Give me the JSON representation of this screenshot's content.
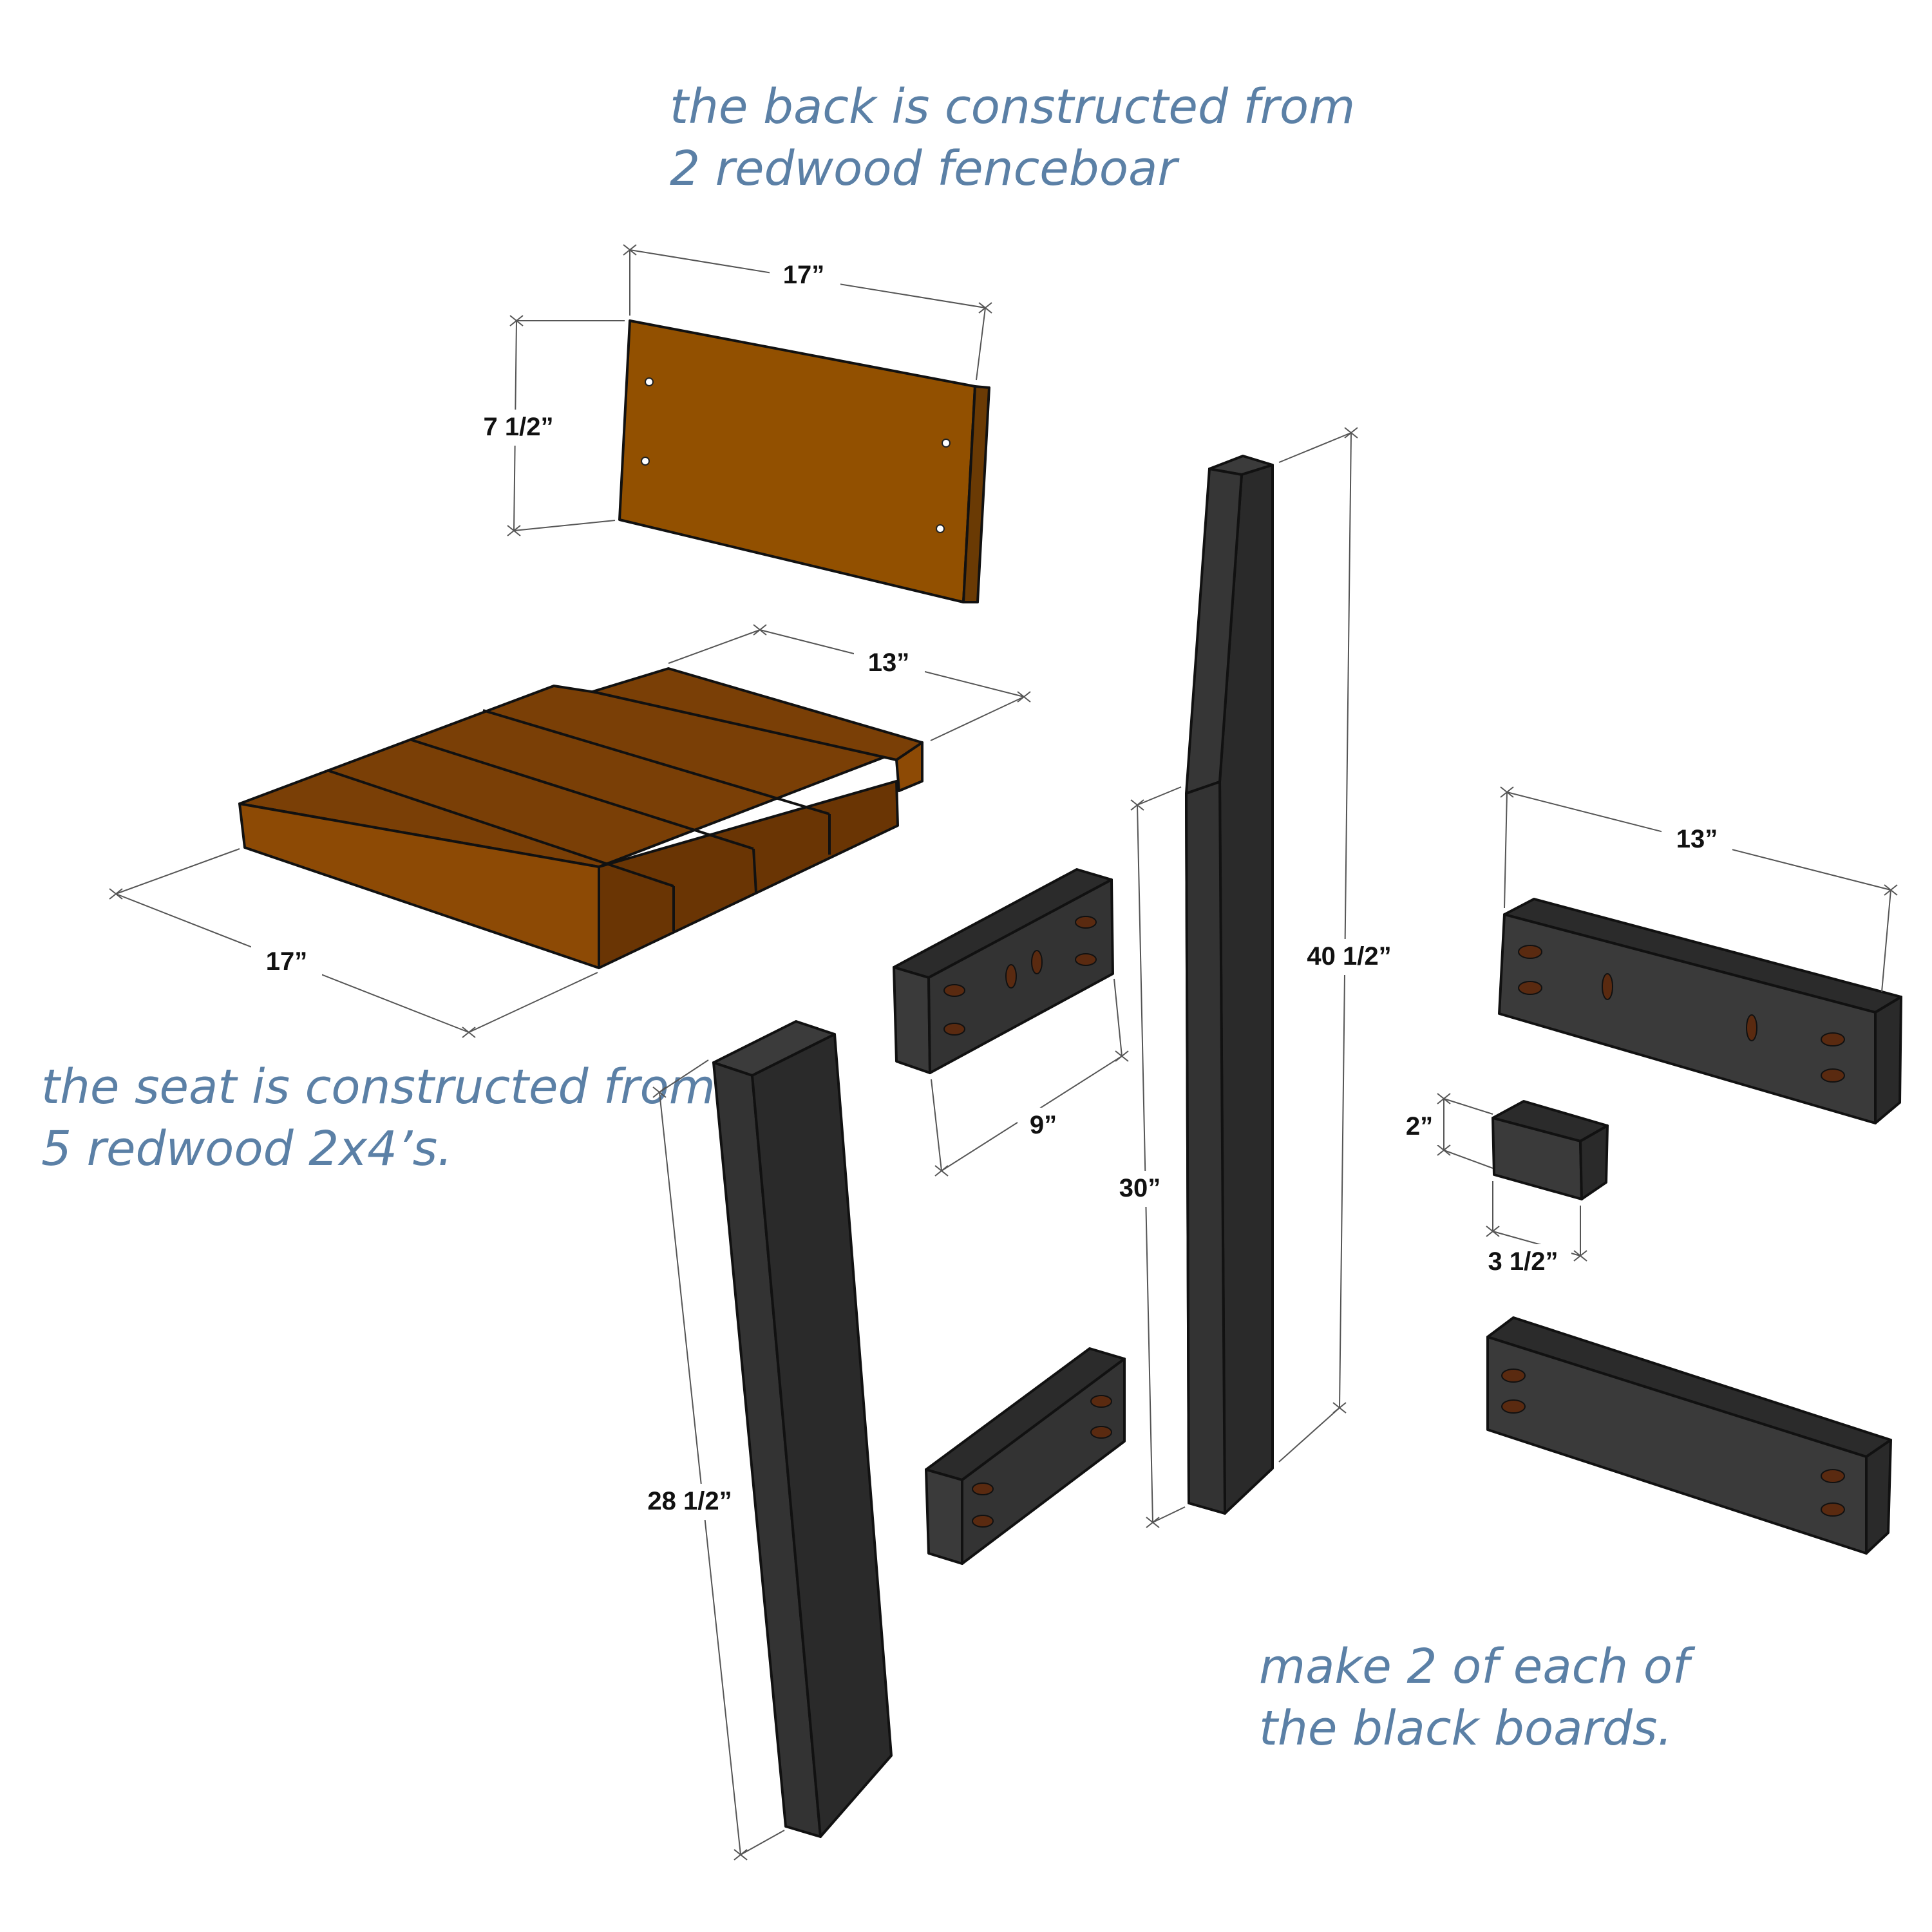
{
  "notes": {
    "back": [
      "the back is constructed from",
      "2 redwood fenceboar"
    ],
    "seat": [
      "the seat is constructed from",
      "5 redwood 2x4’s."
    ],
    "black": [
      "make 2 of each of",
      "the black boards."
    ]
  },
  "dimensions": {
    "back_width": "17”",
    "back_height": "7 1/2”",
    "seat_depth": "13”",
    "seat_width": "17”",
    "rear_leg_length": "40 1/2”",
    "rear_leg_lower": "30”",
    "front_leg_length": "28 1/2”",
    "apron_short_length": "9”",
    "side_rail_length": "13”",
    "block_width": "2”",
    "block_length": "3 1/2”"
  },
  "colors": {
    "note_text": "#5b80a6",
    "redwood_top": "#7a3f06",
    "redwood_front": "#8d4a05",
    "back_face": "#925000",
    "black_board_top": "#2b2b2b",
    "black_board_face": "#3a3a3a",
    "pocket_hole": "#5a2a10"
  }
}
